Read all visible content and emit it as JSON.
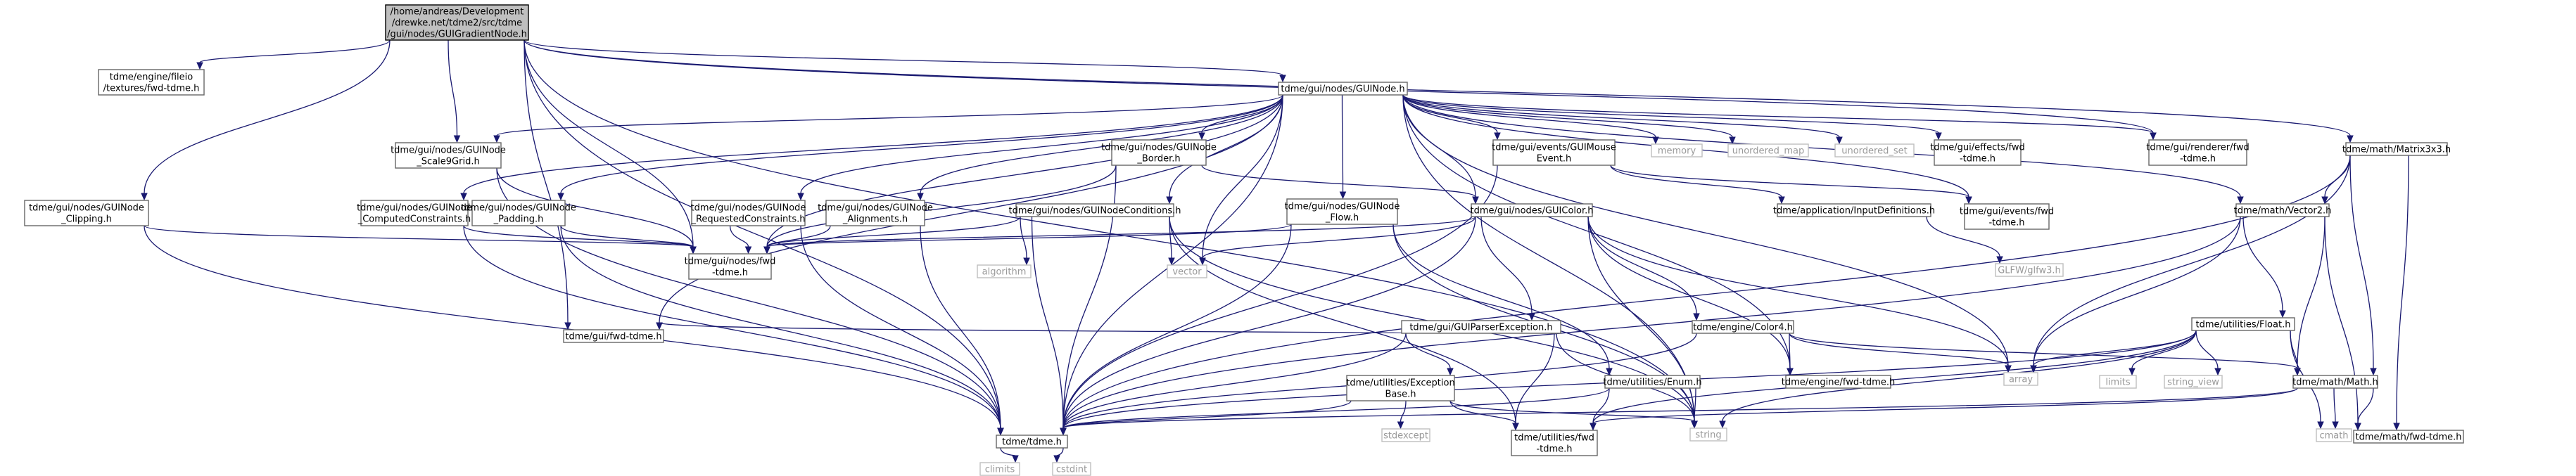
{
  "graph": {
    "colors": {
      "edge": "#191970",
      "root_fill": "#bfbfbf",
      "node_border": "#666666",
      "system_border": "#bfbfbf",
      "system_text": "#999999"
    },
    "nodes": [
      {
        "id": "root",
        "kind": "root",
        "lines": [
          "/home/andreas/Development",
          "/drewke.net/tdme2/src/tdme",
          "/gui/nodes/GUIGradientNode.h"
        ]
      },
      {
        "id": "texfwd",
        "kind": "real",
        "lines": [
          "tdme/engine/fileio",
          "/textures/fwd-tdme.h"
        ]
      },
      {
        "id": "guinode",
        "kind": "real",
        "lines": [
          "tdme/gui/nodes/GUINode.h"
        ]
      },
      {
        "id": "matrix3",
        "kind": "real",
        "lines": [
          "tdme/math/Matrix3x3.h"
        ]
      },
      {
        "id": "clipping",
        "kind": "real",
        "lines": [
          "tdme/gui/nodes/GUINode",
          "_Clipping.h"
        ]
      },
      {
        "id": "scale9",
        "kind": "real",
        "lines": [
          "tdme/gui/nodes/GUINode",
          "_Scale9Grid.h"
        ]
      },
      {
        "id": "computed",
        "kind": "real",
        "lines": [
          "tdme/gui/nodes/GUINode",
          "_ComputedConstraints.h"
        ]
      },
      {
        "id": "padding",
        "kind": "real",
        "lines": [
          "tdme/gui/nodes/GUINode",
          "_Padding.h"
        ]
      },
      {
        "id": "requested",
        "kind": "real",
        "lines": [
          "tdme/gui/nodes/GUINode",
          "_RequestedConstraints.h"
        ]
      },
      {
        "id": "alignments",
        "kind": "real",
        "lines": [
          "tdme/gui/nodes/GUINode",
          "_Alignments.h"
        ]
      },
      {
        "id": "border",
        "kind": "real",
        "lines": [
          "tdme/gui/nodes/GUINode",
          "_Border.h"
        ]
      },
      {
        "id": "conditions",
        "kind": "real",
        "lines": [
          "tdme/gui/nodes/GUINodeConditions.h"
        ]
      },
      {
        "id": "flow",
        "kind": "real",
        "lines": [
          "tdme/gui/nodes/GUINode",
          "_Flow.h"
        ]
      },
      {
        "id": "mouseevent",
        "kind": "real",
        "lines": [
          "tdme/gui/events/GUIMouse",
          "Event.h"
        ]
      },
      {
        "id": "memory",
        "kind": "sys",
        "lines": [
          "memory"
        ]
      },
      {
        "id": "umap",
        "kind": "sys",
        "lines": [
          "unordered_map"
        ]
      },
      {
        "id": "uset",
        "kind": "sys",
        "lines": [
          "unordered_set"
        ]
      },
      {
        "id": "effectsfwd",
        "kind": "real",
        "lines": [
          "tdme/gui/effects/fwd",
          "-tdme.h"
        ]
      },
      {
        "id": "rendererfwd",
        "kind": "real",
        "lines": [
          "tdme/gui/renderer/fwd",
          "-tdme.h"
        ]
      },
      {
        "id": "guicolor",
        "kind": "real",
        "lines": [
          "tdme/gui/nodes/GUIColor.h"
        ]
      },
      {
        "id": "inputdefs",
        "kind": "real",
        "lines": [
          "tdme/application/InputDefinitions.h"
        ]
      },
      {
        "id": "eventsfwd",
        "kind": "real",
        "lines": [
          "tdme/gui/events/fwd",
          "-tdme.h"
        ]
      },
      {
        "id": "vector2",
        "kind": "real",
        "lines": [
          "tdme/math/Vector2.h"
        ]
      },
      {
        "id": "nodesfwd",
        "kind": "real",
        "lines": [
          "tdme/gui/nodes/fwd",
          "-tdme.h"
        ]
      },
      {
        "id": "algorithm",
        "kind": "sys",
        "lines": [
          "algorithm"
        ]
      },
      {
        "id": "vector",
        "kind": "sys",
        "lines": [
          "vector"
        ]
      },
      {
        "id": "glfw",
        "kind": "sys",
        "lines": [
          "GLFW/glfw3.h"
        ]
      },
      {
        "id": "parserexc",
        "kind": "real",
        "lines": [
          "tdme/gui/GUIParserException.h"
        ]
      },
      {
        "id": "color4",
        "kind": "real",
        "lines": [
          "tdme/engine/Color4.h"
        ]
      },
      {
        "id": "float",
        "kind": "real",
        "lines": [
          "tdme/utilities/Float.h"
        ]
      },
      {
        "id": "guifwd",
        "kind": "real",
        "lines": [
          "tdme/gui/fwd-tdme.h"
        ]
      },
      {
        "id": "excbase",
        "kind": "real",
        "lines": [
          "tdme/utilities/Exception",
          "Base.h"
        ]
      },
      {
        "id": "enum",
        "kind": "real",
        "lines": [
          "tdme/utilities/Enum.h"
        ]
      },
      {
        "id": "enginefwd",
        "kind": "real",
        "lines": [
          "tdme/engine/fwd-tdme.h"
        ]
      },
      {
        "id": "array",
        "kind": "sys",
        "lines": [
          "array"
        ]
      },
      {
        "id": "limits",
        "kind": "sys",
        "lines": [
          "limits"
        ]
      },
      {
        "id": "stringview",
        "kind": "sys",
        "lines": [
          "string_view"
        ]
      },
      {
        "id": "math",
        "kind": "real",
        "lines": [
          "tdme/math/Math.h"
        ]
      },
      {
        "id": "tdmeh",
        "kind": "real",
        "lines": [
          "tdme/tdme.h"
        ]
      },
      {
        "id": "stdexcept",
        "kind": "sys",
        "lines": [
          "stdexcept"
        ]
      },
      {
        "id": "utilfwd",
        "kind": "real",
        "lines": [
          "tdme/utilities/fwd",
          "-tdme.h"
        ]
      },
      {
        "id": "string",
        "kind": "sys",
        "lines": [
          "string"
        ]
      },
      {
        "id": "cmath",
        "kind": "sys",
        "lines": [
          "cmath"
        ]
      },
      {
        "id": "mathfwd",
        "kind": "real",
        "lines": [
          "tdme/math/fwd-tdme.h"
        ]
      },
      {
        "id": "climits",
        "kind": "sys",
        "lines": [
          "climits"
        ]
      },
      {
        "id": "cstdint",
        "kind": "sys",
        "lines": [
          "cstdint"
        ]
      }
    ],
    "edges": [
      [
        "root",
        "texfwd"
      ],
      [
        "root",
        "guinode"
      ],
      [
        "root",
        "matrix3"
      ],
      [
        "root",
        "clipping"
      ],
      [
        "root",
        "scale9"
      ],
      [
        "root",
        "nodesfwd"
      ],
      [
        "root",
        "guifwd"
      ],
      [
        "root",
        "rendererfwd"
      ],
      [
        "root",
        "string"
      ],
      [
        "root",
        "tdmeh"
      ],
      [
        "guinode",
        "scale9"
      ],
      [
        "guinode",
        "computed"
      ],
      [
        "guinode",
        "padding"
      ],
      [
        "guinode",
        "requested"
      ],
      [
        "guinode",
        "alignments"
      ],
      [
        "guinode",
        "border"
      ],
      [
        "guinode",
        "conditions"
      ],
      [
        "guinode",
        "flow"
      ],
      [
        "guinode",
        "mouseevent"
      ],
      [
        "guinode",
        "memory"
      ],
      [
        "guinode",
        "umap"
      ],
      [
        "guinode",
        "uset"
      ],
      [
        "guinode",
        "effectsfwd"
      ],
      [
        "guinode",
        "rendererfwd"
      ],
      [
        "guinode",
        "guicolor"
      ],
      [
        "guinode",
        "eventsfwd"
      ],
      [
        "guinode",
        "vector2"
      ],
      [
        "guinode",
        "nodesfwd"
      ],
      [
        "guinode",
        "guifwd"
      ],
      [
        "guinode",
        "vector"
      ],
      [
        "guinode",
        "string"
      ],
      [
        "guinode",
        "array"
      ],
      [
        "guinode",
        "tdmeh"
      ],
      [
        "guinode",
        "enginefwd"
      ],
      [
        "matrix3",
        "vector2"
      ],
      [
        "matrix3",
        "math"
      ],
      [
        "matrix3",
        "mathfwd"
      ],
      [
        "matrix3",
        "array"
      ],
      [
        "matrix3",
        "tdmeh"
      ],
      [
        "clipping",
        "nodesfwd"
      ],
      [
        "clipping",
        "tdmeh"
      ],
      [
        "scale9",
        "nodesfwd"
      ],
      [
        "scale9",
        "tdmeh"
      ],
      [
        "computed",
        "nodesfwd"
      ],
      [
        "computed",
        "tdmeh"
      ],
      [
        "padding",
        "nodesfwd"
      ],
      [
        "padding",
        "tdmeh"
      ],
      [
        "requested",
        "nodesfwd"
      ],
      [
        "requested",
        "tdmeh"
      ],
      [
        "alignments",
        "nodesfwd"
      ],
      [
        "alignments",
        "tdmeh"
      ],
      [
        "border",
        "nodesfwd"
      ],
      [
        "border",
        "guicolor"
      ],
      [
        "border",
        "tdmeh"
      ],
      [
        "conditions",
        "nodesfwd"
      ],
      [
        "conditions",
        "algorithm"
      ],
      [
        "conditions",
        "vector"
      ],
      [
        "conditions",
        "string"
      ],
      [
        "conditions",
        "utilfwd"
      ],
      [
        "conditions",
        "tdmeh"
      ],
      [
        "flow",
        "nodesfwd"
      ],
      [
        "flow",
        "enum"
      ],
      [
        "flow",
        "string"
      ],
      [
        "flow",
        "tdmeh"
      ],
      [
        "mouseevent",
        "inputdefs"
      ],
      [
        "mouseevent",
        "eventsfwd"
      ],
      [
        "mouseevent",
        "tdmeh"
      ],
      [
        "inputdefs",
        "glfw"
      ],
      [
        "guicolor",
        "nodesfwd"
      ],
      [
        "guicolor",
        "parserexc"
      ],
      [
        "guicolor",
        "color4"
      ],
      [
        "guicolor",
        "enginefwd"
      ],
      [
        "guicolor",
        "array"
      ],
      [
        "guicolor",
        "string"
      ],
      [
        "guicolor",
        "vector"
      ],
      [
        "guicolor",
        "tdmeh"
      ],
      [
        "vector2",
        "float"
      ],
      [
        "vector2",
        "math"
      ],
      [
        "vector2",
        "mathfwd"
      ],
      [
        "vector2",
        "array"
      ],
      [
        "vector2",
        "tdmeh"
      ],
      [
        "parserexc",
        "guifwd"
      ],
      [
        "parserexc",
        "excbase"
      ],
      [
        "parserexc",
        "utilfwd"
      ],
      [
        "parserexc",
        "string"
      ],
      [
        "parserexc",
        "tdmeh"
      ],
      [
        "color4",
        "enginefwd"
      ],
      [
        "color4",
        "math"
      ],
      [
        "color4",
        "array"
      ],
      [
        "color4",
        "tdmeh"
      ],
      [
        "float",
        "limits"
      ],
      [
        "float",
        "stringview"
      ],
      [
        "float",
        "math"
      ],
      [
        "float",
        "cmath"
      ],
      [
        "float",
        "array"
      ],
      [
        "float",
        "string"
      ],
      [
        "float",
        "utilfwd"
      ],
      [
        "float",
        "tdmeh"
      ],
      [
        "excbase",
        "stdexcept"
      ],
      [
        "excbase",
        "utilfwd"
      ],
      [
        "excbase",
        "string"
      ],
      [
        "excbase",
        "tdmeh"
      ],
      [
        "enum",
        "string"
      ],
      [
        "enum",
        "utilfwd"
      ],
      [
        "enum",
        "tdmeh"
      ],
      [
        "math",
        "cmath"
      ],
      [
        "math",
        "mathfwd"
      ],
      [
        "math",
        "utilfwd"
      ],
      [
        "math",
        "tdmeh"
      ],
      [
        "tdmeh",
        "climits"
      ],
      [
        "tdmeh",
        "cstdint"
      ]
    ]
  }
}
